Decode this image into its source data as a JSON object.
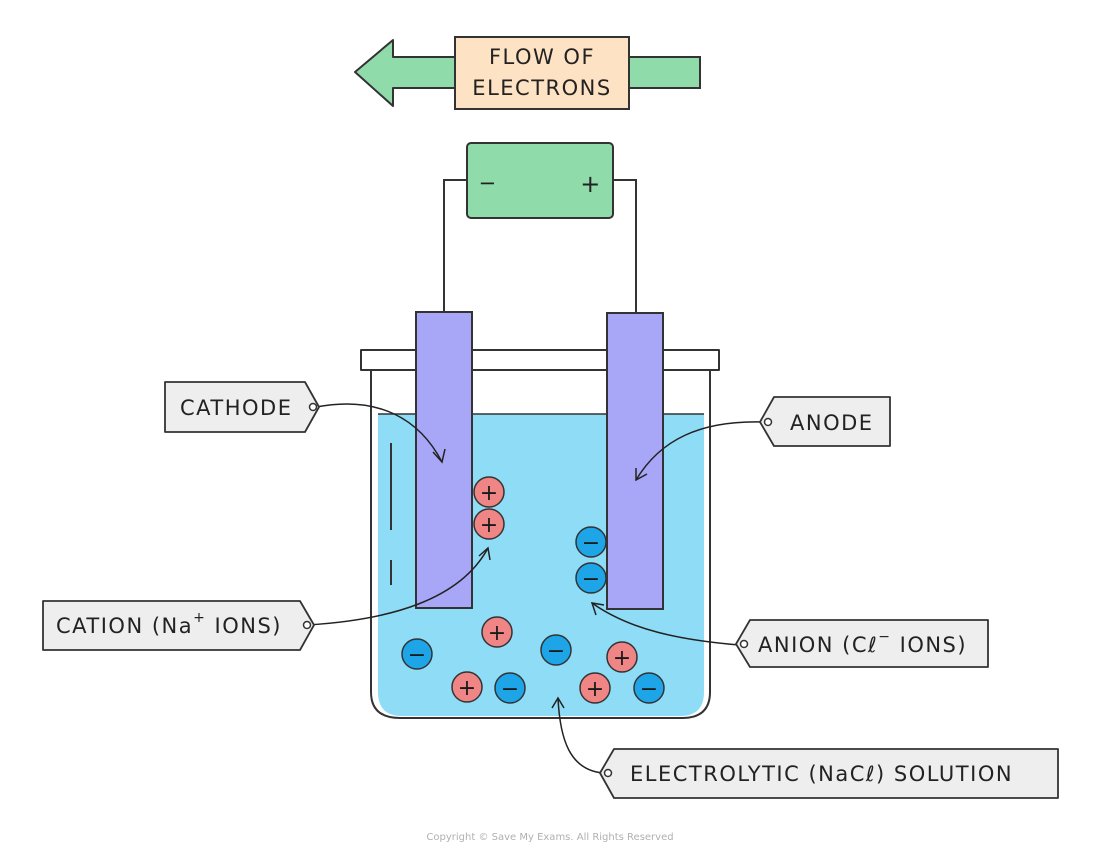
{
  "flow_label": {
    "line1": "FLOW  OF",
    "line2": "ELECTRONS"
  },
  "battery": {
    "negative_sign": "−",
    "positive_sign": "+"
  },
  "labels": {
    "cathode": "CATHODE",
    "anode": "ANODE",
    "cation": {
      "before": "CATION  (Na",
      "sup": "+",
      "after": " IONS)"
    },
    "anion": {
      "before": "ANION  (Cℓ",
      "sup": "−",
      "after": " IONS)"
    },
    "electrolyte": "ELECTROLYTIC   (NaCℓ) SOLUTION"
  },
  "ion_signs": {
    "positive": "+",
    "negative": "−"
  },
  "copyright": "Copyright © Save My Exams. All Rights Reserved",
  "colors": {
    "arrow_green": "#8fdcaa",
    "flow_box": "#fde2c4",
    "battery": "#8fdcaa",
    "electrode": "#a7a6f7",
    "solution": "#8fdcf7",
    "cation": "#f08585",
    "anion": "#1ea5e8",
    "label_box": "#eeeeee"
  }
}
